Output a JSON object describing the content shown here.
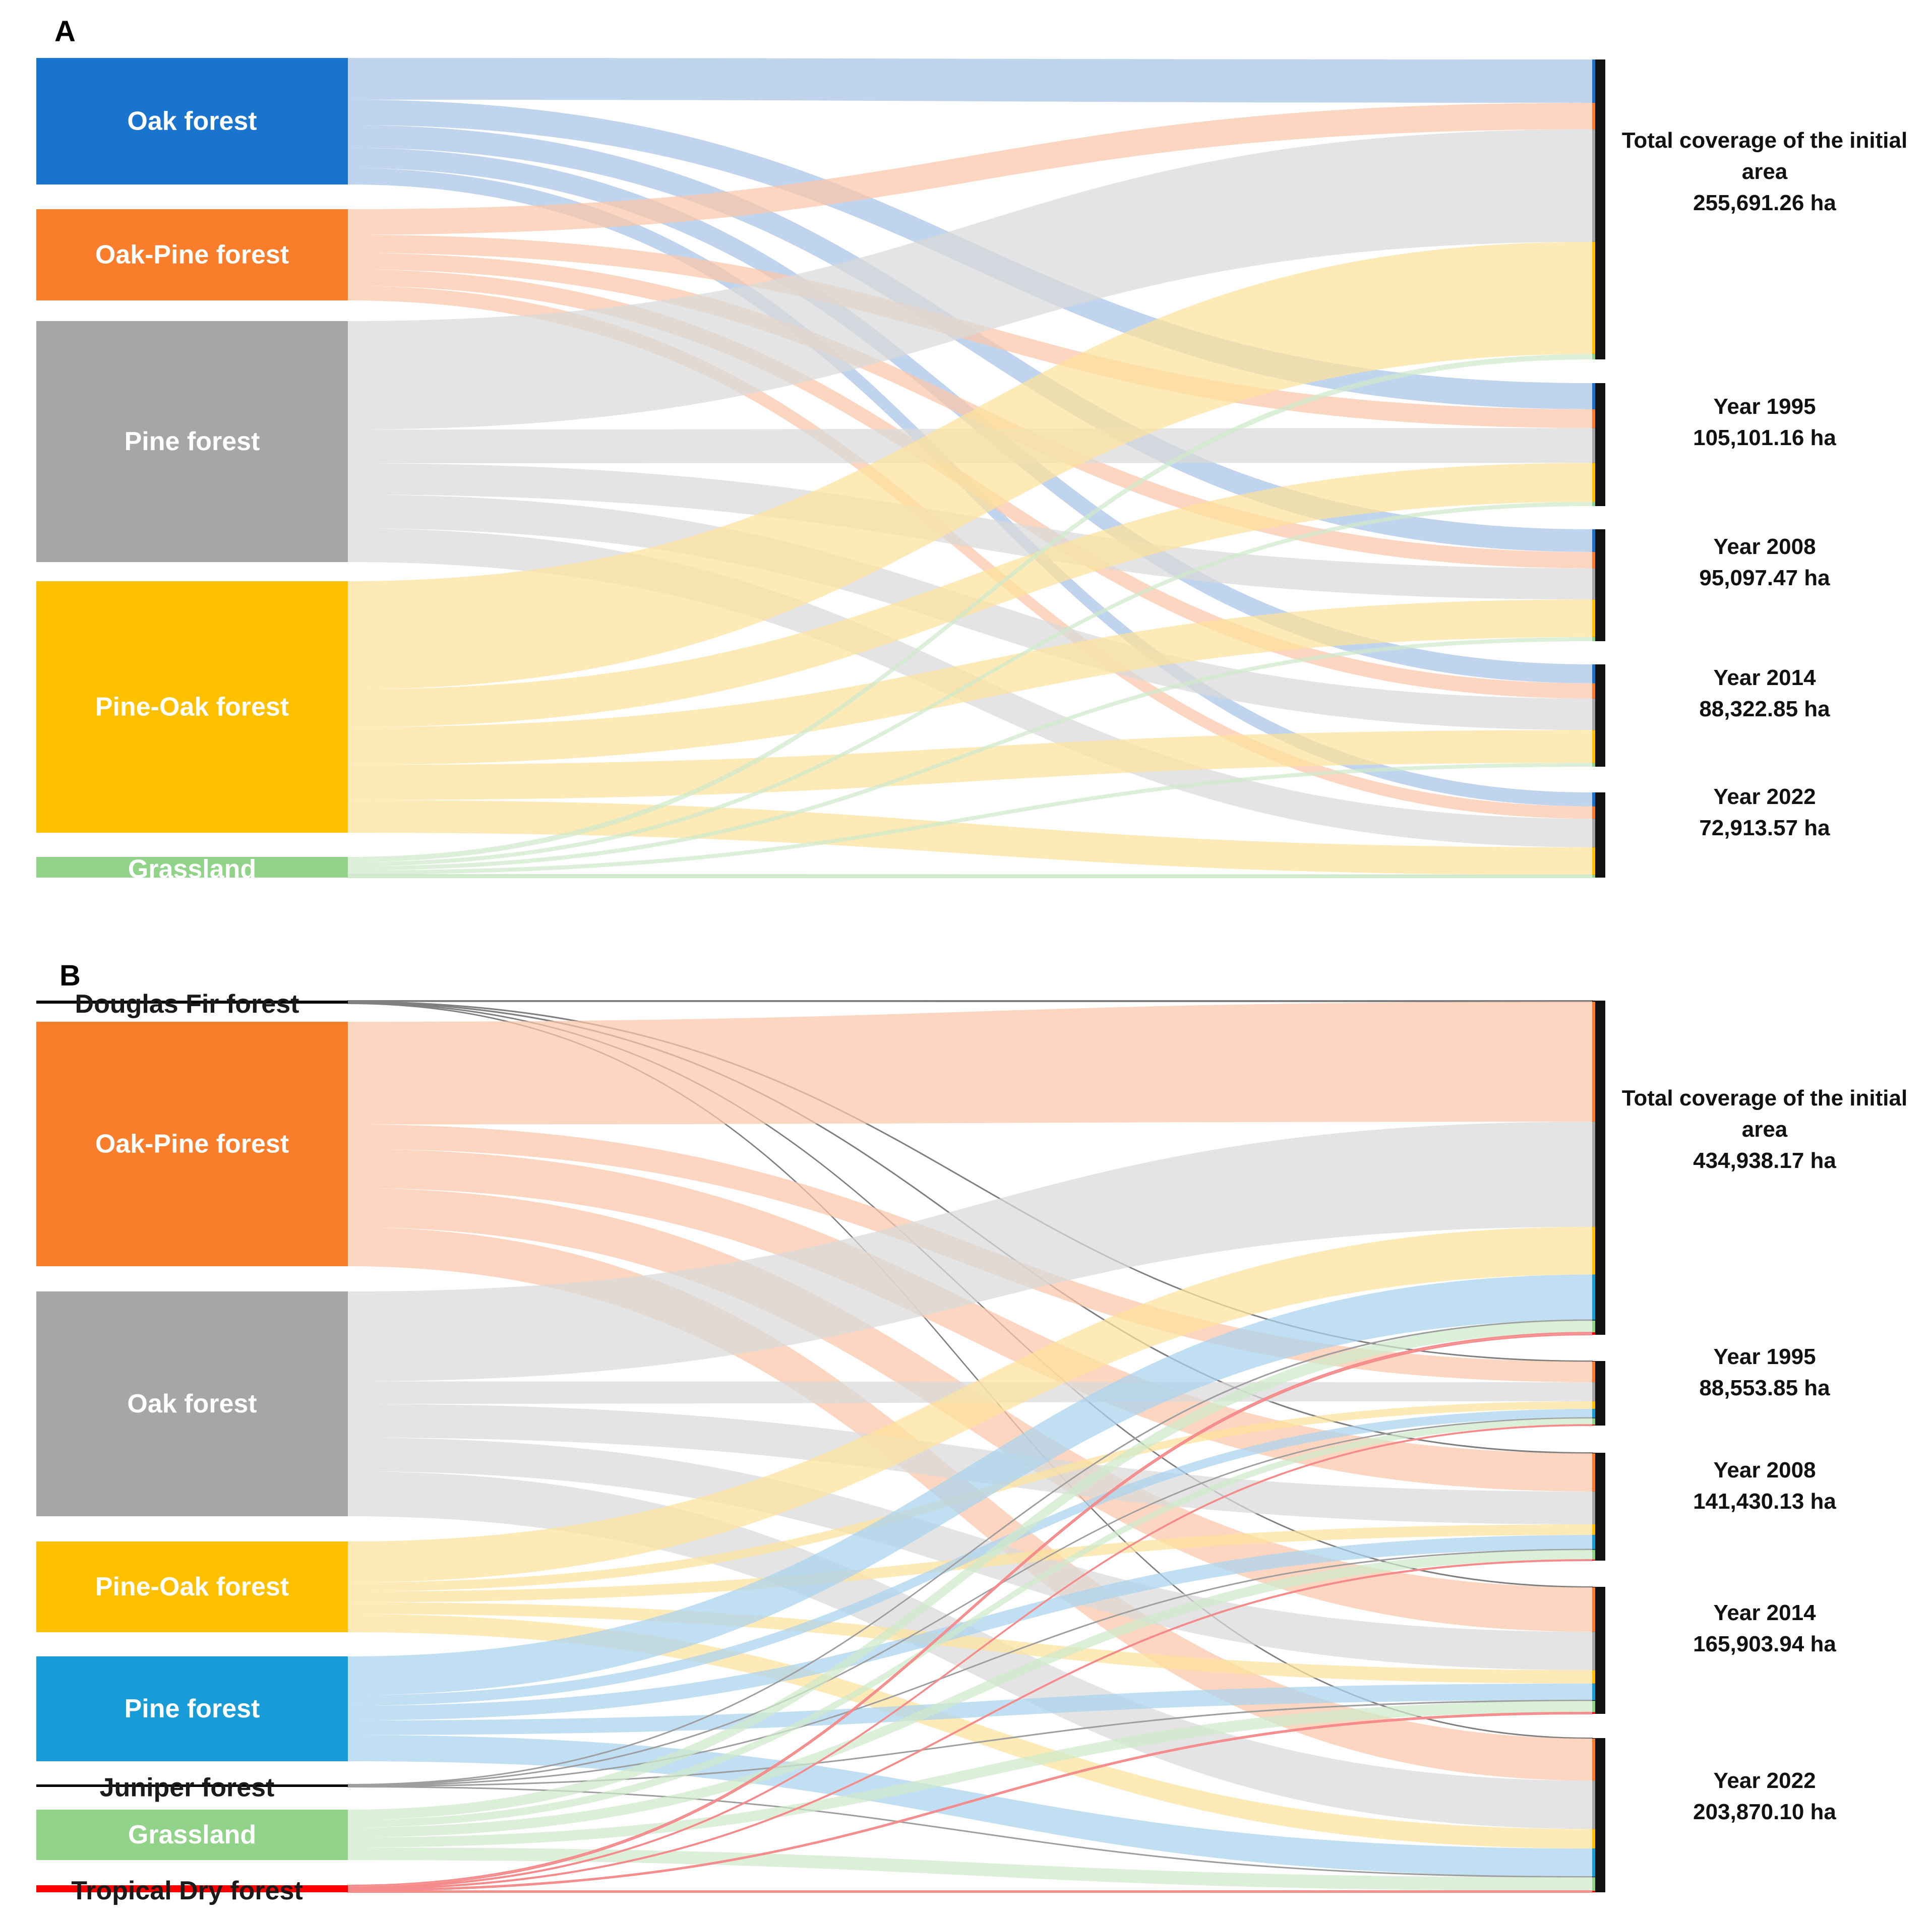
{
  "panels": [
    {
      "letter": "A",
      "sources": [
        {
          "id": "oak",
          "label": "Oak forest",
          "color": "#1874CD",
          "flow_color": "#A9C4E6",
          "label_dark": false
        },
        {
          "id": "oakpine",
          "label": "Oak-Pine forest",
          "color": "#F97D2A",
          "flow_color": "#FBC6A7",
          "label_dark": false
        },
        {
          "id": "pine",
          "label": "Pine forest",
          "color": "#A6A6A6",
          "flow_color": "#D9D9D9",
          "label_dark": false
        },
        {
          "id": "pineoak",
          "label": "Pine-Oak forest",
          "color": "#FFC000",
          "flow_color": "#FDE29B",
          "label_dark": false
        },
        {
          "id": "grass",
          "label": "Grassland",
          "color": "#92D38A",
          "flow_color": "#CFE9CB",
          "label_dark": false
        }
      ],
      "targets": [
        {
          "id": "initial",
          "label_lines": [
            "Total coverage of the initial",
            "area",
            "255,691.26 ha"
          ]
        },
        {
          "id": "y1995",
          "label_lines": [
            "Year 1995",
            "105,101.16 ha"
          ]
        },
        {
          "id": "y2008",
          "label_lines": [
            "Year 2008",
            "95,097.47 ha"
          ]
        },
        {
          "id": "y2014",
          "label_lines": [
            "Year 2014",
            "88,322.85 ha"
          ]
        },
        {
          "id": "y2022",
          "label_lines": [
            "Year 2022",
            "72,913.57 ha"
          ]
        }
      ]
    },
    {
      "letter": "B",
      "sources": [
        {
          "id": "fir",
          "label": "Douglas Fir forest",
          "color": "#000000",
          "flow_color": "#7F7F7F",
          "label_dark": true
        },
        {
          "id": "oakpine",
          "label": "Oak-Pine forest",
          "color": "#F97D2A",
          "flow_color": "#FBC6A7",
          "label_dark": false
        },
        {
          "id": "oak",
          "label": "Oak forest",
          "color": "#A6A6A6",
          "flow_color": "#D9D9D9",
          "label_dark": false
        },
        {
          "id": "pineoak",
          "label": "Pine-Oak forest",
          "color": "#FFC000",
          "flow_color": "#FDE29B",
          "label_dark": false
        },
        {
          "id": "pine",
          "label": "Pine forest",
          "color": "#179CD8",
          "flow_color": "#A9D3EE",
          "label_dark": false
        },
        {
          "id": "juniper",
          "label": "Juniper forest",
          "color": "#000000",
          "flow_color": "#9E9E9E",
          "label_dark": true
        },
        {
          "id": "grass",
          "label": "Grassland",
          "color": "#92D38A",
          "flow_color": "#CFE9CB",
          "label_dark": false
        },
        {
          "id": "tdf",
          "label": "Tropical Dry forest",
          "color": "#FF0000",
          "flow_color": "#F58A8A",
          "label_dark": true
        }
      ],
      "targets": [
        {
          "id": "initial",
          "label_lines": [
            "Total coverage of the initial",
            "area",
            "434,938.17 ha"
          ]
        },
        {
          "id": "y1995",
          "label_lines": [
            "Year 1995",
            "88,553.85 ha"
          ]
        },
        {
          "id": "y2008",
          "label_lines": [
            "Year 2008",
            "141,430.13 ha"
          ]
        },
        {
          "id": "y2014",
          "label_lines": [
            "Year 2014",
            "165,903.94 ha"
          ]
        },
        {
          "id": "y2022",
          "label_lines": [
            "Year 2022",
            "203,870.10 ha"
          ]
        }
      ]
    }
  ]
}
